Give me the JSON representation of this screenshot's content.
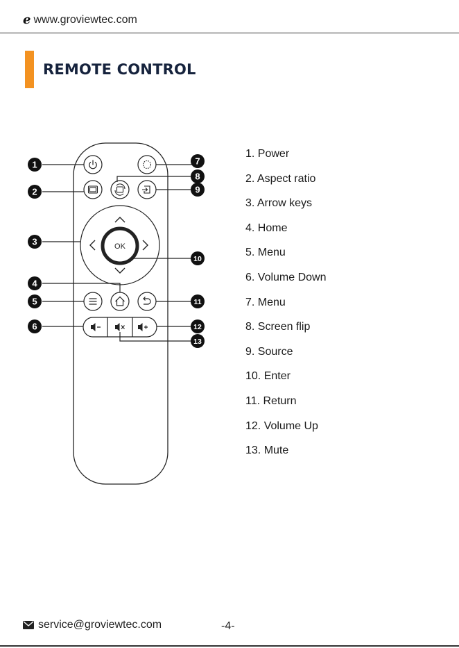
{
  "header": {
    "website": "www.groviewtec.com"
  },
  "title": "REMOTE CONTROL",
  "remote": {
    "ok_label": "OK",
    "callouts": [
      "1",
      "2",
      "3",
      "4",
      "5",
      "6",
      "7",
      "8",
      "9",
      "10",
      "11",
      "12",
      "13"
    ]
  },
  "legend": {
    "items": [
      "1. Power",
      "2. Aspect ratio",
      "3. Arrow keys",
      "4. Home",
      "5. Menu",
      "6. Volume Down",
      "7. Menu",
      "8. Screen flip",
      "9. Source",
      "10. Enter",
      "11. Return",
      "12. Volume Up",
      "13. Mute"
    ]
  },
  "footer": {
    "email": "service@groviewtec.com",
    "page_number": "-4-"
  },
  "colors": {
    "accent": "#f39221",
    "title": "#16233d",
    "callout": "#111111"
  }
}
